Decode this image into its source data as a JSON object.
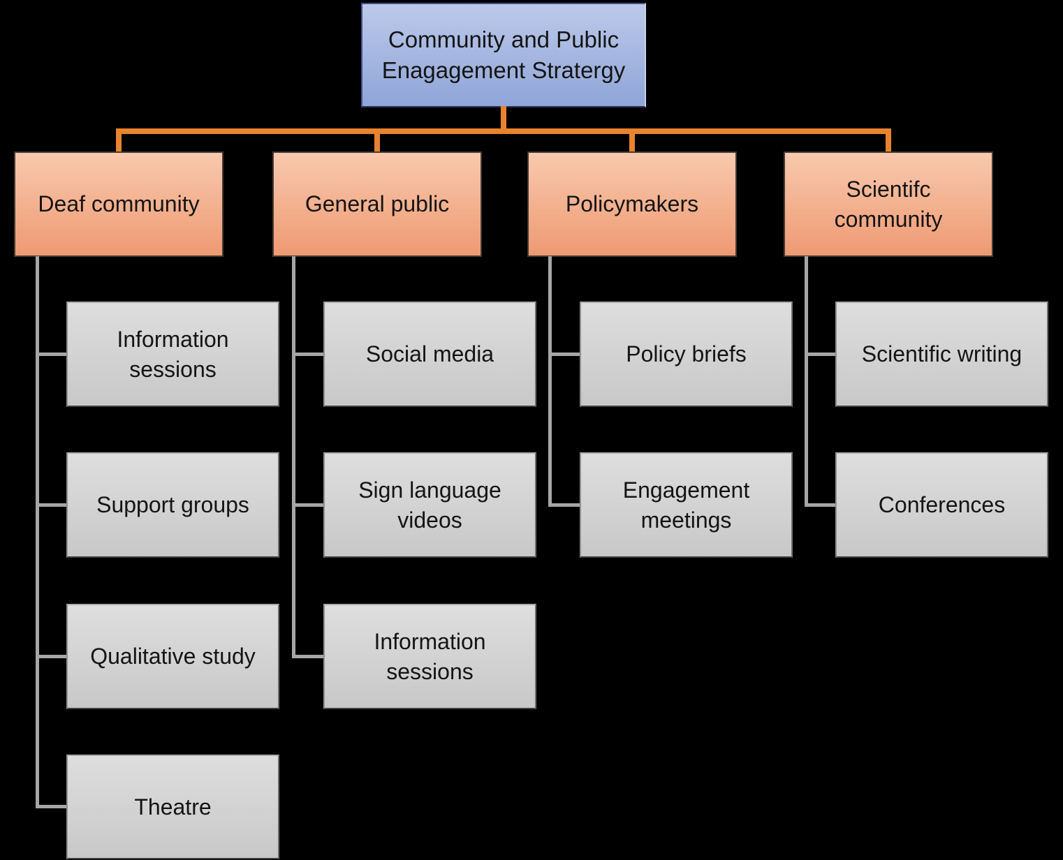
{
  "colors": {
    "background": "#000000",
    "connector-orange": "#E8832E",
    "connector-gray": "#A6A6A6",
    "root-fill-top": "#BCC9E9",
    "root-fill-bottom": "#8FA5D8",
    "branch-fill-top": "#F8C9AE",
    "branch-fill-bottom": "#EE9A72",
    "child-fill-top": "#DEDEDE",
    "child-fill-bottom": "#C8C8C8",
    "text": "#141414"
  },
  "diagram": {
    "type": "org-chart",
    "root": {
      "label": "Community and Public Enagagement Stratergy"
    },
    "branches": [
      {
        "label": "Deaf community",
        "children": [
          "Information sessions",
          "Support groups",
          "Qualitative study",
          "Theatre"
        ]
      },
      {
        "label": "General public",
        "children": [
          "Social media",
          "Sign language videos",
          "Information sessions"
        ]
      },
      {
        "label": "Policymakers",
        "children": [
          "Policy briefs",
          "Engagement meetings"
        ]
      },
      {
        "label": "Scientifc community",
        "children": [
          "Scientific writing",
          "Conferences"
        ]
      }
    ]
  }
}
